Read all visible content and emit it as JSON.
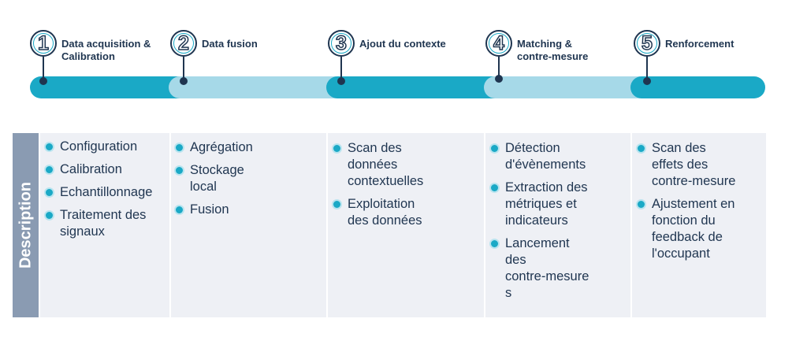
{
  "stages": [
    {
      "number": "1",
      "label_lines": [
        "Data acquisition &",
        "Calibration"
      ]
    },
    {
      "number": "2",
      "label_lines": [
        "Data fusion"
      ]
    },
    {
      "number": "3",
      "label_lines": [
        "Ajout du contexte"
      ]
    },
    {
      "number": "4",
      "label_lines": [
        "Matching &",
        "contre-mesure"
      ]
    },
    {
      "number": "5",
      "label_lines": [
        "Renforcement"
      ]
    }
  ],
  "side_label": "Description",
  "columns": [
    {
      "items": [
        {
          "lines": [
            "Configuration"
          ]
        },
        {
          "lines": [
            "Calibration"
          ]
        },
        {
          "lines": [
            "Echantillonnage"
          ]
        },
        {
          "lines": [
            "Traitement des",
            "signaux"
          ]
        }
      ]
    },
    {
      "items": [
        {
          "lines": [
            "Agrégation"
          ]
        },
        {
          "lines": [
            "Stockage",
            "local"
          ]
        },
        {
          "lines": [
            "Fusion"
          ]
        }
      ]
    },
    {
      "items": [
        {
          "lines": [
            "Scan des",
            "données",
            "contextuelles"
          ]
        },
        {
          "lines": [
            "Exploitation",
            "des données"
          ]
        }
      ]
    },
    {
      "items": [
        {
          "lines": [
            "Détection",
            "d'évènements"
          ]
        },
        {
          "lines": [
            "Extraction des",
            "métriques et",
            "indicateurs"
          ]
        },
        {
          "lines": [
            "Lancement",
            "des",
            "contre-mesure",
            "s"
          ]
        }
      ]
    },
    {
      "items": [
        {
          "lines": [
            "Scan des",
            "effets des",
            "contre-mesure"
          ]
        },
        {
          "lines": [
            "Ajustement en",
            "fonction du",
            "feedback de",
            "l'occupant"
          ]
        }
      ]
    }
  ],
  "colors": {
    "accent": "#1aa9c6",
    "light_accent": "#a6d9e8",
    "navy": "#1f3550",
    "tab": "#8a9bb2",
    "panel": "#eef0f5"
  },
  "icons": {
    "stage_marker": "numbered-circle-icon",
    "item_marker": "bullet-dot-icon"
  }
}
